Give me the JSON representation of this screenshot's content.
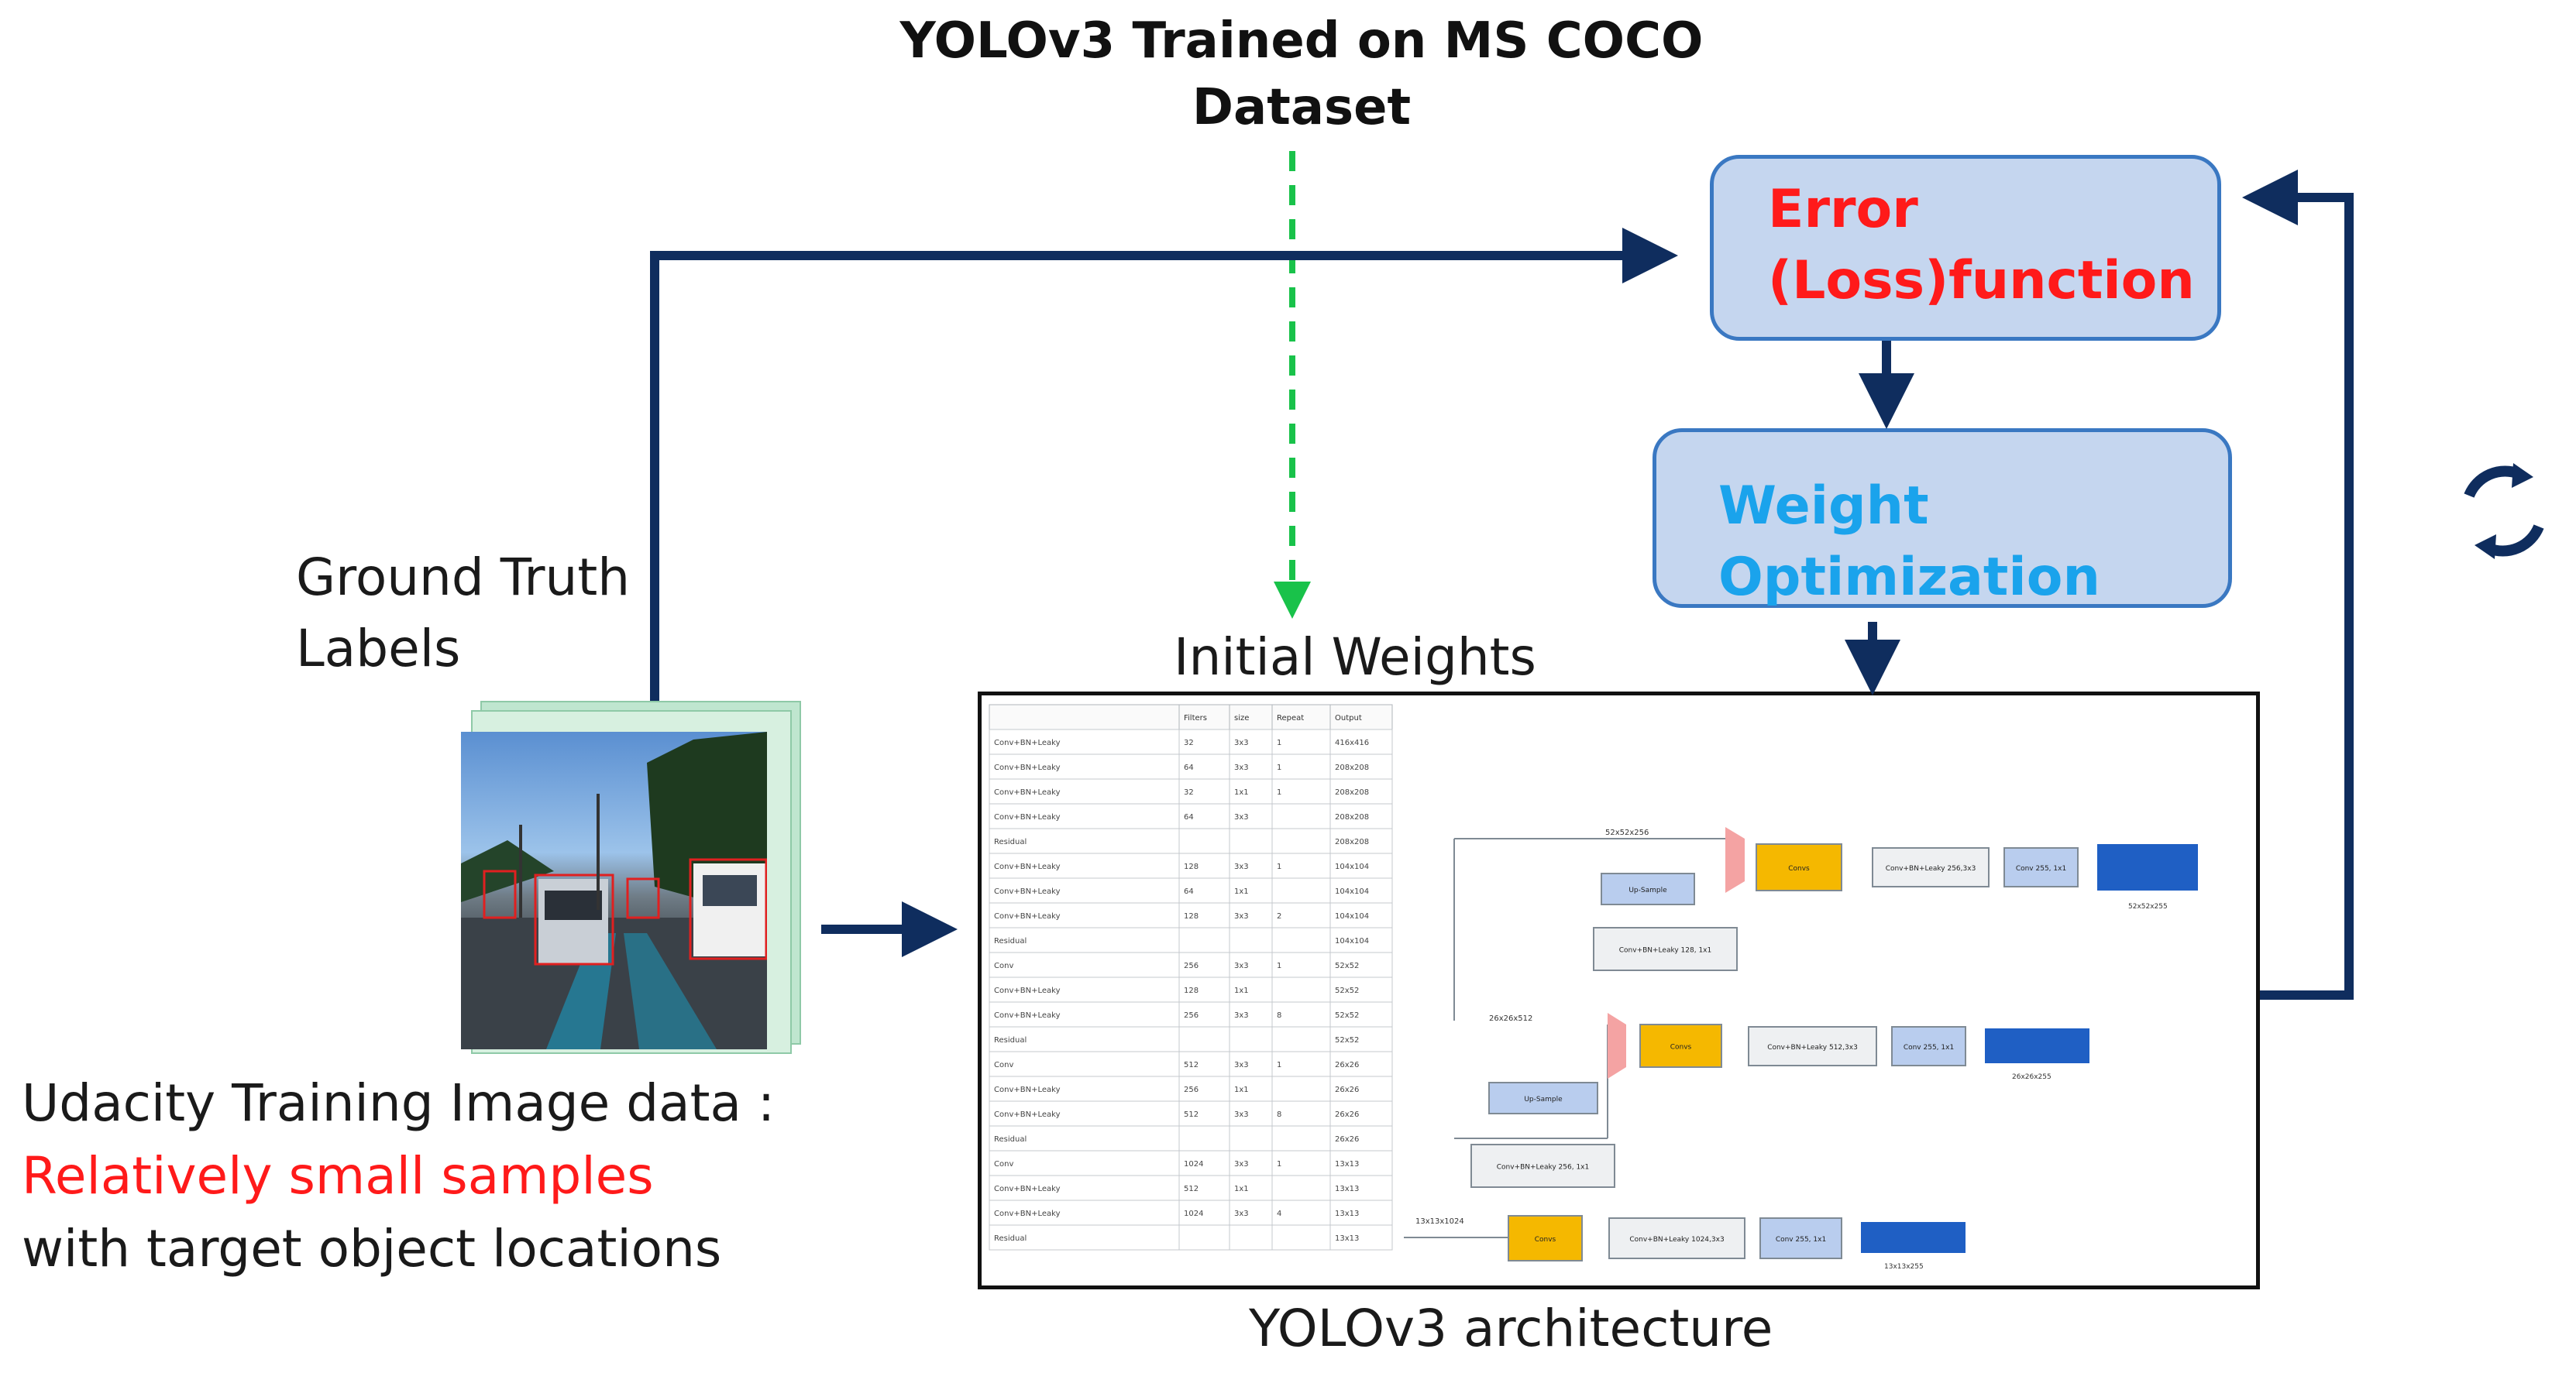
{
  "top_source": {
    "line1": "YOLOv3 Trained on MS COCO",
    "line2": "Dataset"
  },
  "error_box": {
    "line1": "Error",
    "line2": "(Loss)function",
    "text_color": "#ff1a1a",
    "fill": "#c5d6ef",
    "border": "#3a78c2"
  },
  "optim_box": {
    "line1": "Weight",
    "line2": "Optimization",
    "text_color": "#1aa3ec"
  },
  "ground_truth": {
    "line1": "Ground Truth",
    "line2": "Labels"
  },
  "initial_weights": "Initial Weights",
  "architecture_caption": "YOLOv3 architecture",
  "udacity": {
    "line1": "Udacity Training Image data :",
    "line2": "Relatively small samples",
    "line3": "with target object locations",
    "highlight_color": "#ff1a1a"
  },
  "colors": {
    "arrow": "#0f2d5e",
    "dashed_arrow": "#19c24a",
    "conv_yellow": "#f5b800",
    "output_blue": "#1f5fc4",
    "upsample_fill": "#b9cdee",
    "concat_pink": "#f4a3a3"
  },
  "icons": {
    "cycle": "refresh-cycle-icon"
  },
  "architecture_figure": {
    "table_header": [
      "",
      "Filters",
      "size",
      "Repeat",
      "Output"
    ],
    "table_rows": [
      [
        "Conv+BN+Leaky",
        "32",
        "3x3",
        "1",
        "416x416"
      ],
      [
        "Conv+BN+Leaky",
        "64",
        "3x3",
        "1",
        "208x208"
      ],
      [
        "Conv+BN+Leaky",
        "32",
        "1x1",
        "1",
        "208x208"
      ],
      [
        "Conv+BN+Leaky",
        "64",
        "3x3",
        "",
        "208x208"
      ],
      [
        "Residual",
        "",
        "",
        "",
        "208x208"
      ],
      [
        "Conv+BN+Leaky",
        "128",
        "3x3",
        "1",
        "104x104"
      ],
      [
        "Conv+BN+Leaky",
        "64",
        "1x1",
        "",
        "104x104"
      ],
      [
        "Conv+BN+Leaky",
        "128",
        "3x3",
        "2",
        "104x104"
      ],
      [
        "Residual",
        "",
        "",
        "",
        "104x104"
      ],
      [
        "Conv",
        "256",
        "3x3",
        "1",
        "52x52"
      ],
      [
        "Conv+BN+Leaky",
        "128",
        "1x1",
        "",
        "52x52"
      ],
      [
        "Conv+BN+Leaky",
        "256",
        "3x3",
        "8",
        "52x52"
      ],
      [
        "Residual",
        "",
        "",
        "",
        "52x52"
      ],
      [
        "Conv",
        "512",
        "3x3",
        "1",
        "26x26"
      ],
      [
        "Conv+BN+Leaky",
        "256",
        "1x1",
        "",
        "26x26"
      ],
      [
        "Conv+BN+Leaky",
        "512",
        "3x3",
        "8",
        "26x26"
      ],
      [
        "Residual",
        "",
        "",
        "",
        "26x26"
      ],
      [
        "Conv",
        "1024",
        "3x3",
        "1",
        "13x13"
      ],
      [
        "Conv+BN+Leaky",
        "512",
        "1x1",
        "",
        "13x13"
      ],
      [
        "Conv+BN+Leaky",
        "1024",
        "3x3",
        "4",
        "13x13"
      ],
      [
        "Residual",
        "",
        "",
        "",
        "13x13"
      ]
    ],
    "branch_labels": {
      "b1_size": "52x52x256",
      "b2_size": "26x26x512",
      "b3_size": "13x13x1024",
      "upsample": "Up-Sample",
      "conv_bn_128": "Conv+BN+Leaky 128, 1x1",
      "conv_bn_256": "Conv+BN+Leaky 256, 1x1",
      "convs": "Convs",
      "conv_out1": "Conv+BN+Leaky 256,3x3",
      "conv_out2": "Conv+BN+Leaky 512,3x3",
      "conv_out3": "Conv+BN+Leaky 1024,3x3",
      "conv_final": "Conv 255, 1x1",
      "out1": "52x52x255",
      "out2": "26x26x255",
      "out3": "13x13x255"
    }
  }
}
